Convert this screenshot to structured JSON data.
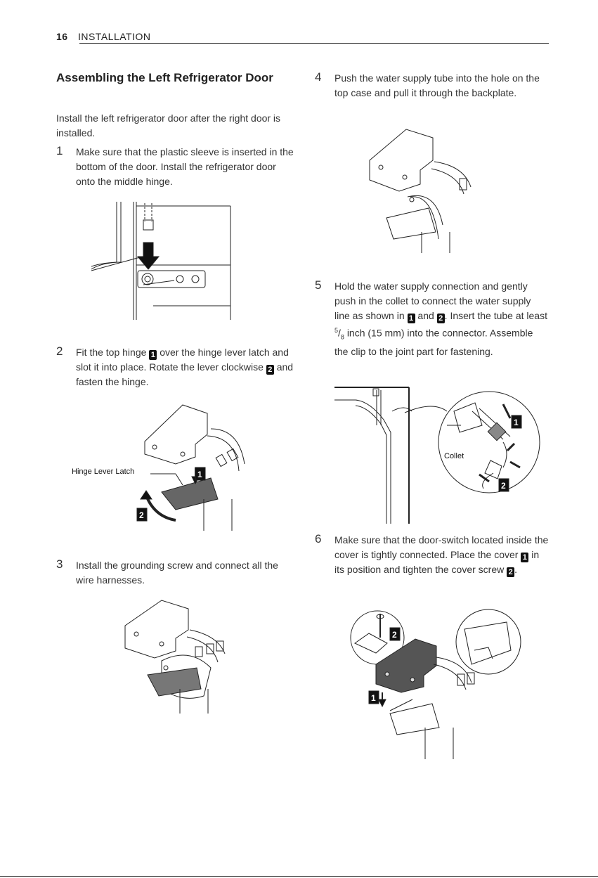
{
  "header": {
    "page_number": "16",
    "section": "INSTALLATION"
  },
  "title": "Assembling the Left Refrigerator Door",
  "intro": "Install the left refrigerator door after the right door is installed.",
  "steps": [
    {
      "num": "1",
      "text": "Make sure that the plastic sleeve is inserted in the bottom of the door. Install the refrigerator door onto the middle hinge."
    },
    {
      "num": "2",
      "text_a": "Fit the top hinge",
      "text_b": "over the hinge lever latch and slot it into place. Rotate the lever clockwise",
      "text_c": "and fasten the hinge.",
      "figure_label": "Hinge Lever Latch"
    },
    {
      "num": "3",
      "text": "Install the grounding screw and connect all the wire harnesses."
    },
    {
      "num": "4",
      "text": "Push the water supply tube into the hole on the top case and pull it through the backplate."
    },
    {
      "num": "5",
      "text_a": "Hold the water supply connection and gently push in the collet to connect the water supply line as shown in",
      "text_and": "and",
      "text_b": "Insert the tube at least",
      "frac_num": "5",
      "frac_den": "8",
      "text_c": "inch (15 mm) into the connector. Assemble the clip to the joint part for fastening.",
      "figure_label": "Collet"
    },
    {
      "num": "6",
      "text_a": "Make sure that the door-switch located inside the cover is tightly connected. Place the cover",
      "text_b": "in its position and tighten the cover screw"
    }
  ],
  "badges": {
    "one": "1",
    "two": "2"
  }
}
